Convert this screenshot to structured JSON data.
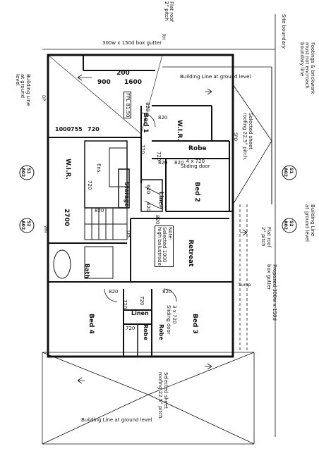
{
  "rooms": {
    "bed1": "Bed 1",
    "wir1": "W.I.R.",
    "robe1": "Robe",
    "bed2": "Bed 2",
    "wir2": "W.I.R.",
    "ens": "Ens.",
    "storage": "Storage",
    "linen1": "Linen",
    "retreat": "Retreat",
    "bath": "Bath",
    "linen2": "Linen",
    "robe2": "Robe",
    "robe3": "Robe",
    "bed4": "Bed 4",
    "bed3": "Bed 3",
    "dn": "Dn"
  },
  "dimensions": {
    "d200": "200",
    "d900": "900",
    "d1600": "1600",
    "d1000": "1000",
    "d755": "755",
    "d720": "720",
    "d2700": "2700",
    "fpl": "FPL 81.50",
    "d820a": "820",
    "d820b": "820",
    "d820c": "820",
    "d820d": "820",
    "d820e": "820",
    "d820f": "820",
    "d620a": "620",
    "d620b": "620",
    "d720a": "720",
    "d720b": "720",
    "d720c": "720",
    "d720d": "720",
    "d720e": "720",
    "d720f": "720",
    "d820g": "820",
    "d820h": "820"
  },
  "notes": {
    "gutter_top": "300w x 150d box gutter",
    "flat_roof_top": "Flat roof\n2° pitch",
    "site_boundary": "Site boundary",
    "footings": "Footings & brickwork\nmust not encroach\nboundary line",
    "building_line_top": "Building Line at ground level",
    "building_line_left": "Building Line\nat ground\nlevel",
    "roofing_right": "Selected sheet\nroofing 22.5° pitch.",
    "sliding_door_1": "4 x 720\nSliding door",
    "building_line_right": "Building Line\nat ground level",
    "flat_roof_right": "Flat roof\n2° pitch",
    "note_retreat": "Note:\nSelected 1000\nhigh balustrade",
    "proposed_gutter": "Proposed 300w x 150d\nbox gutter",
    "sliding_door_2": "3 x 720\nSliding door",
    "roofing_bottom": "Selected sheet\nroofing 22.5° pitch.",
    "building_line_bottom": "Building Line at ground level",
    "sump": "Sump"
  },
  "markers": {
    "s1_top": "S1",
    "a02_top": "A02",
    "s2_top": "S2",
    "a02_top2": "A02",
    "s1_right": "S1",
    "a02_right": "A02",
    "s2_right": "S2",
    "a02_right2": "A02",
    "dp": "DP",
    "spo": "SPO",
    "rh": "RH",
    "win": "WIN"
  }
}
